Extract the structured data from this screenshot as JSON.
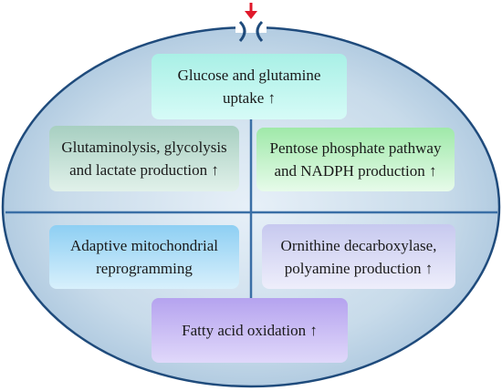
{
  "colors": {
    "cell_fill": "#bcd3e6",
    "membrane": "#1f4b7c",
    "divider": "#3a6fa6",
    "arrow": "#e0182a"
  },
  "icons": {
    "entry_arrow": "down-arrow-icon",
    "transporter": "transporter-channel-icon"
  },
  "boxes": {
    "uptake": "Glucose and glutamine\nuptake ↑",
    "glutaminolysis": "Glutaminolysis, glycolysis\nand lactate production ↑",
    "pentose": "Pentose phosphate pathway\nand NADPH production ↑",
    "mitochondrial": "Adaptive mitochondrial\nreprogramming",
    "ornithine": "Ornithine decarboxylase,\npolyamine production ↑",
    "fatty_acid": "Fatty acid oxidation ↑"
  }
}
